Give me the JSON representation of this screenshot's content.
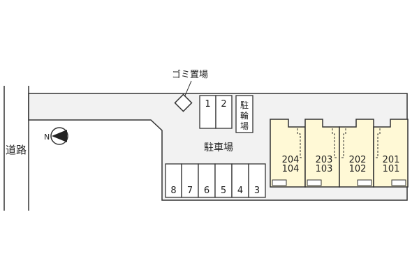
{
  "road_label": "道路",
  "compass_label": "N",
  "garbage_label": "ゴミ置場",
  "bike_parking_label": "駐輪場",
  "parking_label": "駐車場",
  "top_spaces": [
    "1",
    "2"
  ],
  "bottom_spaces": [
    "8",
    "7",
    "6",
    "5",
    "4",
    "3"
  ],
  "units": [
    {
      "upper": "204",
      "lower": "104"
    },
    {
      "upper": "203",
      "lower": "103"
    },
    {
      "upper": "202",
      "lower": "102"
    },
    {
      "upper": "201",
      "lower": "101"
    }
  ],
  "colors": {
    "lot_fill": "#f2f2f2",
    "unit_fill": "#fff9d6",
    "line": "#333333"
  }
}
